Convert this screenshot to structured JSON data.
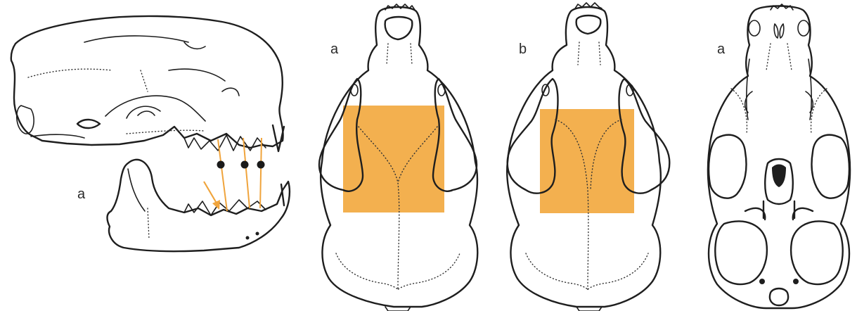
{
  "colors": {
    "highlight": "#f2a940",
    "ink": "#1e1e1e",
    "arrow": "#f0a43c"
  },
  "figures": [
    {
      "id": "skull-lateral",
      "label": "a"
    },
    {
      "id": "skull-dorsal-a",
      "label": "a"
    },
    {
      "id": "skull-dorsal-b",
      "label": "b"
    },
    {
      "id": "skull-ventral",
      "label": "a"
    }
  ]
}
